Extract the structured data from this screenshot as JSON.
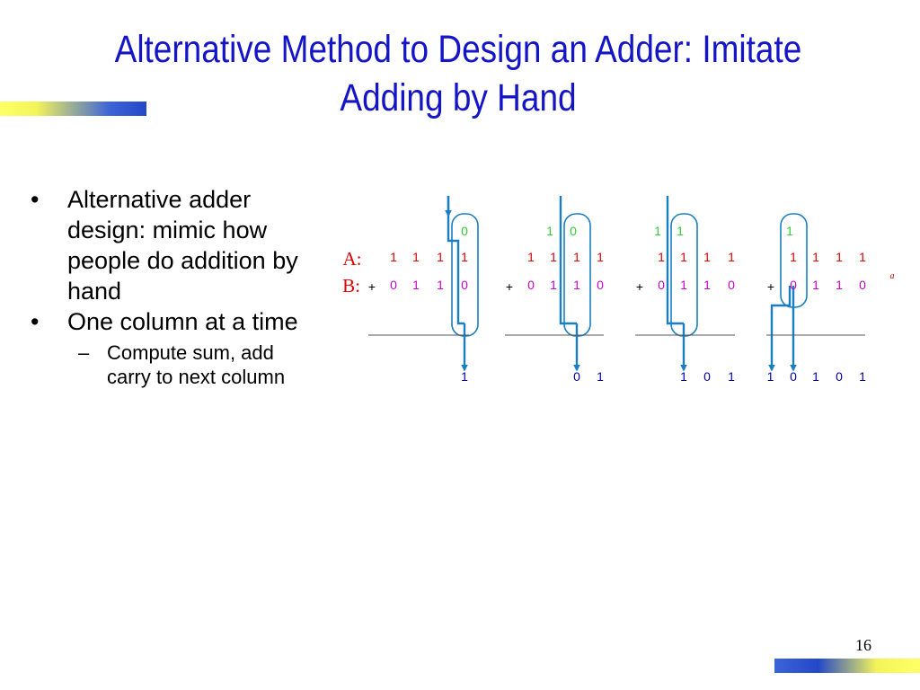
{
  "slide": {
    "title_line1": "Alternative Method to Design an Adder: Imitate",
    "title_line2": "Adding by Hand",
    "page_number": "16"
  },
  "bullets": [
    {
      "level": 1,
      "text": "Alternative adder design: mimic how people do addition by hand"
    },
    {
      "level": 1,
      "text": "One column at a time"
    },
    {
      "level": 2,
      "text": "Compute sum, add carry to next column"
    }
  ],
  "bullet_marks": {
    "level1": "•",
    "level2": "–"
  },
  "diagram": {
    "label_a": "A:",
    "label_b": "B:",
    "plus_sign": "+",
    "footnote_mark": "a",
    "colors": {
      "carry": "#33cc33",
      "a_digits": "#dd0000",
      "b_digits": "#cc00cc",
      "labels": "#dd0000",
      "sum": "#0000aa",
      "arrow": "#1a7fc1"
    },
    "steps": [
      {
        "carry": [
          "0"
        ],
        "a": [
          "1",
          "1",
          "1",
          "1"
        ],
        "b": [
          "0",
          "1",
          "1",
          "0"
        ],
        "sum": [
          "1"
        ]
      },
      {
        "carry": [
          "1",
          "0"
        ],
        "a": [
          "1",
          "1",
          "1",
          "1"
        ],
        "b": [
          "0",
          "1",
          "1",
          "0"
        ],
        "sum": [
          "0",
          "1"
        ]
      },
      {
        "carry": [
          "1",
          "1"
        ],
        "a": [
          "1",
          "1",
          "1",
          "1"
        ],
        "b": [
          "0",
          "1",
          "1",
          "0"
        ],
        "sum": [
          "1",
          "0",
          "1"
        ]
      },
      {
        "carry": [
          "1"
        ],
        "a": [
          "1",
          "1",
          "1",
          "1"
        ],
        "b": [
          "0",
          "1",
          "1",
          "0"
        ],
        "sum": [
          "1",
          "0",
          "1",
          "0",
          "1"
        ]
      }
    ]
  }
}
